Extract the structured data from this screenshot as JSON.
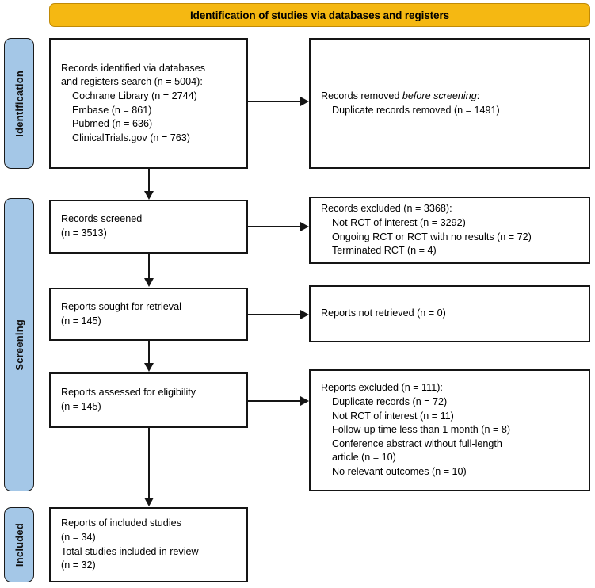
{
  "banner": {
    "title": "Identification of studies via databases and registers",
    "color": "#F5B812"
  },
  "stages": {
    "identification": "Identification",
    "screening": "Screening",
    "included": "Included",
    "color": "#A4C7E7"
  },
  "boxes": {
    "identified": "Records identified via databases\nand registers search (n = 5004):\n    Cochrane Library (n = 2744)\n    Embase (n = 861)\n    Pubmed (n = 636)\n    ClinicalTrials.gov (n = 763)",
    "removed_lead": "Records removed ",
    "removed_italic": "before screening",
    "removed_tail": ":\n    Duplicate records removed (n = 1491)",
    "screened": "Records screened\n(n = 3513)",
    "excluded_screening": "Records excluded (n = 3368):\n    Not RCT of interest (n = 3292)\n    Ongoing RCT or RCT with no results (n = 72)\n    Terminated RCT (n = 4)",
    "sought": "Reports sought for retrieval\n(n = 145)",
    "not_retrieved": "Reports not retrieved (n = 0)",
    "assessed": "Reports assessed for eligibility\n(n = 145)",
    "excluded_eligibility": "Reports excluded (n = 111):\n    Duplicate records (n = 72)\n    Not RCT of interest (n = 11)\n    Follow-up time less than 1 month (n = 8)\n    Conference abstract without full-length\n    article (n = 10)\n    No relevant outcomes (n = 10)",
    "included": "Reports of included studies\n(n = 34)\nTotal studies included in review\n(n = 32)"
  },
  "chart_data": {
    "type": "diagram",
    "title": "PRISMA 2020 flow diagram",
    "stages": [
      {
        "name": "Identification",
        "nodes": [
          {
            "id": "identified",
            "label": "Records identified via databases and registers search",
            "total": 5004,
            "sources": [
              {
                "name": "Cochrane Library",
                "n": 2744
              },
              {
                "name": "Embase",
                "n": 861
              },
              {
                "name": "Pubmed",
                "n": 636
              },
              {
                "name": "ClinicalTrials.gov",
                "n": 763
              }
            ]
          },
          {
            "id": "removed",
            "label": "Records removed before screening",
            "reasons": [
              {
                "name": "Duplicate records removed",
                "n": 1491
              }
            ]
          }
        ]
      },
      {
        "name": "Screening",
        "nodes": [
          {
            "id": "screened",
            "label": "Records screened",
            "n": 3513
          },
          {
            "id": "excluded-screening",
            "label": "Records excluded",
            "n": 3368,
            "reasons": [
              {
                "name": "Not RCT of interest",
                "n": 3292
              },
              {
                "name": "Ongoing RCT or RCT with no results",
                "n": 72
              },
              {
                "name": "Terminated RCT",
                "n": 4
              }
            ]
          },
          {
            "id": "sought",
            "label": "Reports sought for retrieval",
            "n": 145
          },
          {
            "id": "not-retrieved",
            "label": "Reports not retrieved",
            "n": 0
          },
          {
            "id": "assessed",
            "label": "Reports assessed for eligibility",
            "n": 145
          },
          {
            "id": "excluded-eligibility",
            "label": "Reports excluded",
            "n": 111,
            "reasons": [
              {
                "name": "Duplicate records",
                "n": 72
              },
              {
                "name": "Not RCT of interest",
                "n": 11
              },
              {
                "name": "Follow-up time less than 1 month",
                "n": 8
              },
              {
                "name": "Conference abstract without full-length article",
                "n": 10
              },
              {
                "name": "No relevant outcomes",
                "n": 10
              }
            ]
          }
        ]
      },
      {
        "name": "Included",
        "nodes": [
          {
            "id": "included",
            "label": "Reports of included studies",
            "n": 34
          },
          {
            "id": "total-included",
            "label": "Total studies included in review",
            "n": 32
          }
        ]
      }
    ],
    "edges": [
      {
        "from": "identified",
        "to": "removed",
        "direction": "right"
      },
      {
        "from": "identified",
        "to": "screened",
        "direction": "down"
      },
      {
        "from": "screened",
        "to": "excluded-screening",
        "direction": "right"
      },
      {
        "from": "screened",
        "to": "sought",
        "direction": "down"
      },
      {
        "from": "sought",
        "to": "not-retrieved",
        "direction": "right"
      },
      {
        "from": "sought",
        "to": "assessed",
        "direction": "down"
      },
      {
        "from": "assessed",
        "to": "excluded-eligibility",
        "direction": "right"
      },
      {
        "from": "assessed",
        "to": "included",
        "direction": "down"
      }
    ]
  }
}
